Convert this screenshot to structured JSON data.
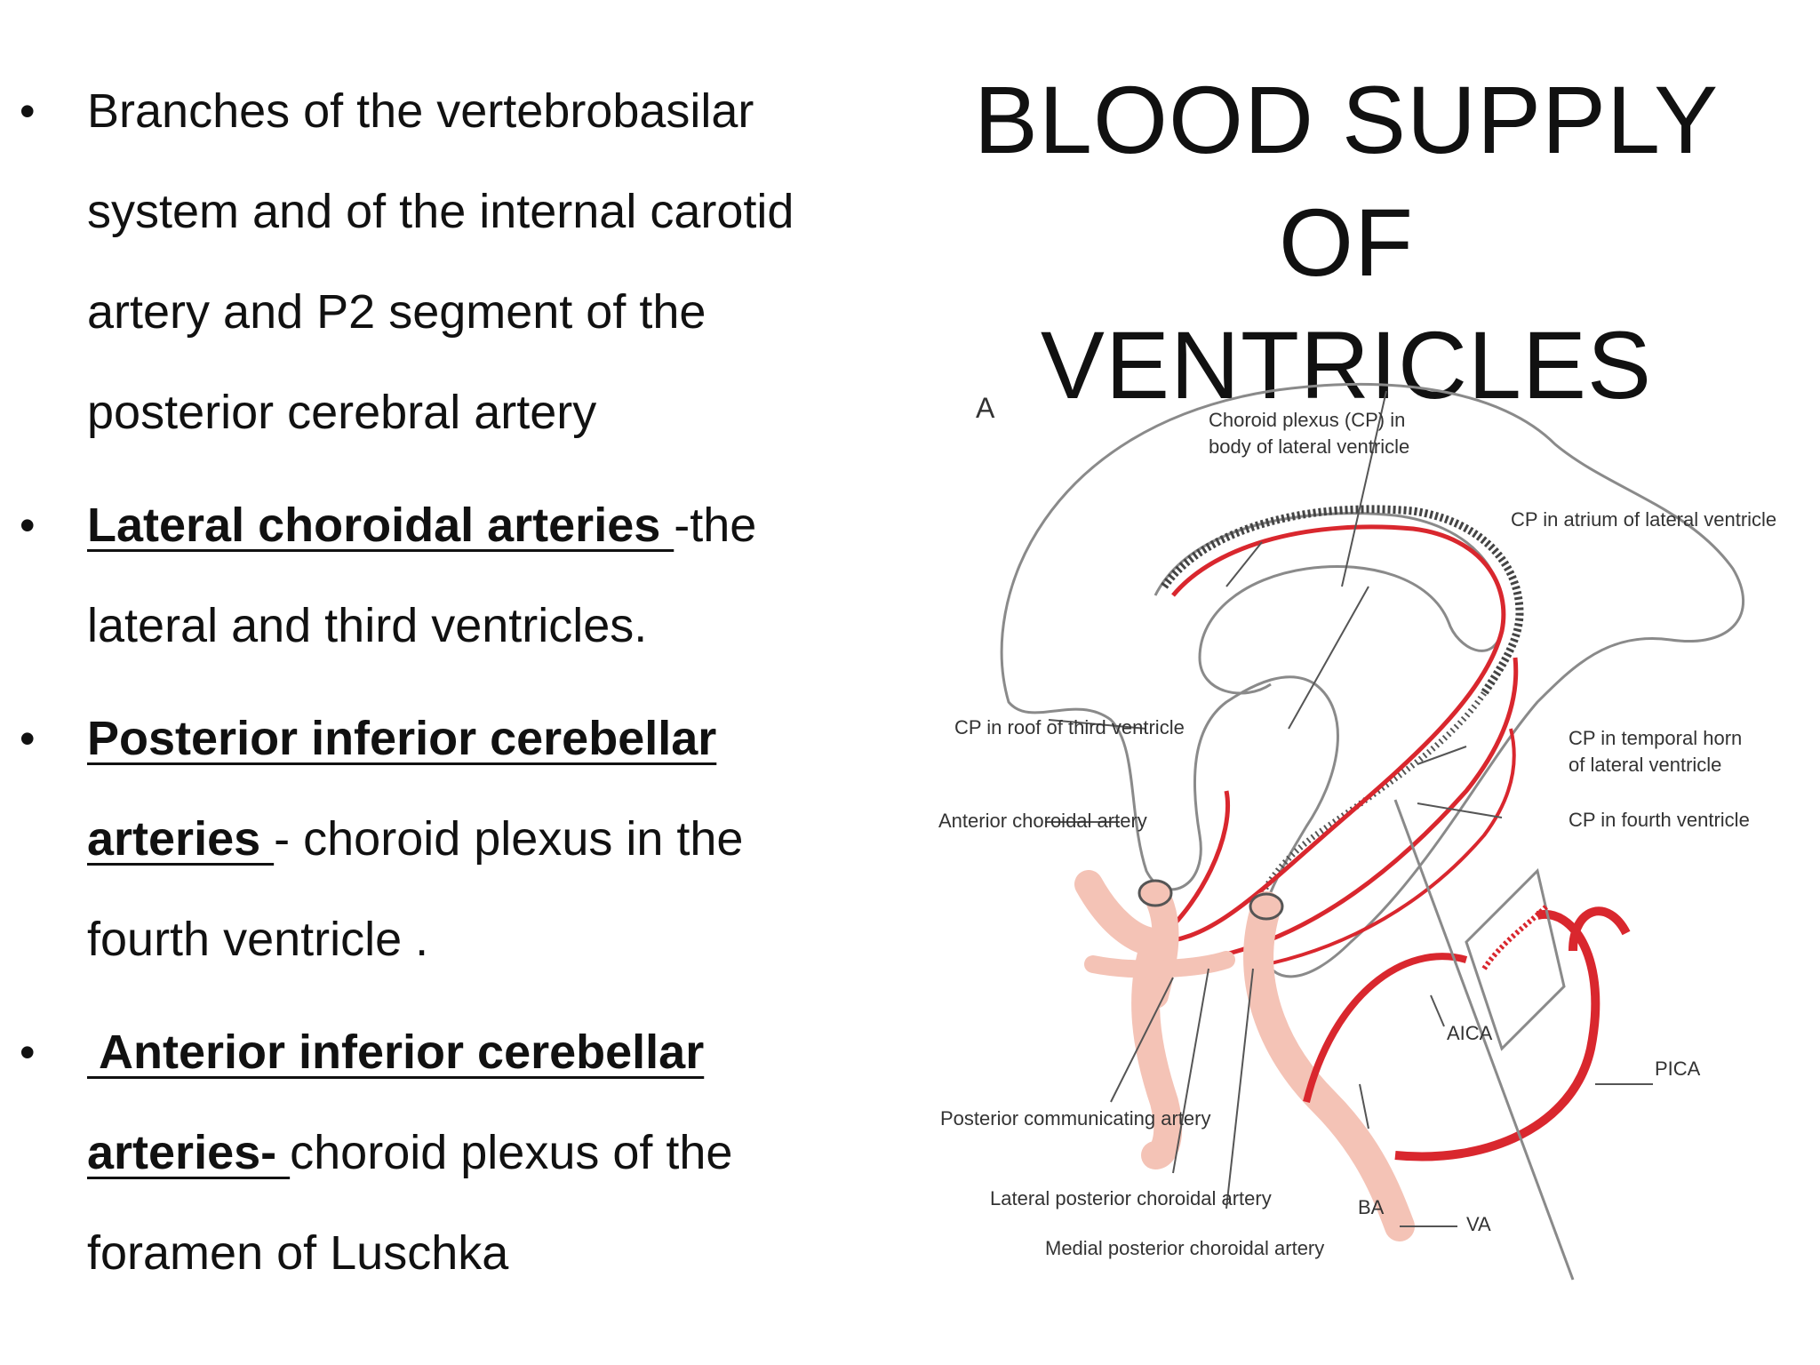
{
  "slide": {
    "title_line1": "BLOOD SUPPLY",
    "title_line2": "OF VENTRICLES"
  },
  "bullets": [
    {
      "lines": [
        {
          "plain": "Branches of the vertebrobasilar"
        },
        {
          "plain": "system and of the internal carotid"
        },
        {
          "plain": "artery and P2 segment of the"
        },
        {
          "plain": "posterior cerebral artery"
        }
      ]
    },
    {
      "lines": [
        {
          "term": "Lateral choroidal arteries ",
          "plain": "-the"
        },
        {
          "plain": "lateral and third ventricles."
        }
      ]
    },
    {
      "lines": [
        {
          "term": "Posterior inferior cerebellar"
        },
        {
          "term": "arteries ",
          "plain": "- choroid plexus in the"
        },
        {
          "plain": "fourth ventricle ."
        }
      ]
    },
    {
      "lines": [
        {
          "term": " Anterior inferior cerebellar"
        },
        {
          "term": "arteries- ",
          "plain": "choroid plexus of the"
        },
        {
          "plain": "foramen of Luschka"
        }
      ]
    }
  ],
  "diagram": {
    "panel_label": "A",
    "labels": {
      "cp_body_line1": "Choroid plexus (CP) in",
      "cp_body_line2": "body of lateral ventricle",
      "cp_atrium": "CP in atrium of lateral ventricle",
      "cp_roof_third": "CP in roof of third ventricle",
      "cp_temporal_line1": "CP in temporal horn",
      "cp_temporal_line2": "of lateral ventricle",
      "cp_fourth": "CP in fourth ventricle",
      "anterior_choroidal": "Anterior choroidal artery",
      "aica": "AICA",
      "pica": "PICA",
      "posterior_communicating": "Posterior communicating artery",
      "lateral_posterior_choroidal": "Lateral posterior choroidal artery",
      "medial_posterior_choroidal": "Medial posterior choroidal artery",
      "ba": "BA",
      "va": "VA"
    },
    "colors": {
      "artery_red": "#d9272e",
      "vessel_pink": "#f4c3b6",
      "outline_gray": "#8a8a8a"
    }
  }
}
